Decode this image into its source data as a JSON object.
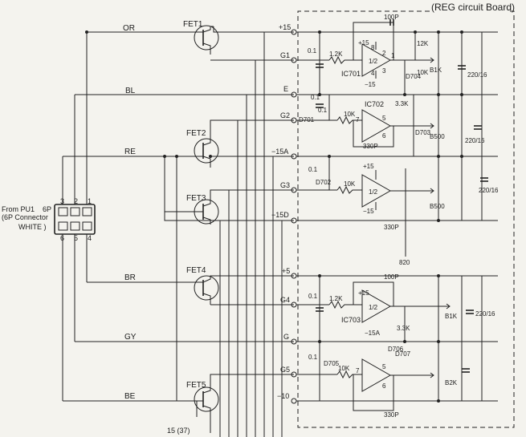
{
  "board_title": "(REG circuit Board)",
  "connector": {
    "from": "From PU1",
    "pins_label": "6P",
    "type": "(6P Connector",
    "color": "WHITE )",
    "pins_top": [
      "3",
      "2",
      "1"
    ],
    "pins_bottom": [
      "6",
      "5",
      "4"
    ]
  },
  "wires": {
    "or": "OR",
    "bl": "BL",
    "re": "RE",
    "br": "BR",
    "gy": "GY",
    "be": "BE"
  },
  "fets": [
    "FET1",
    "FET2",
    "FET3",
    "FET4",
    "FET5"
  ],
  "nodes": {
    "p15": "+15",
    "g1": "G1",
    "e": "E",
    "g2": "G2",
    "m15": "−15A",
    "g3": "G3",
    "m15d": "−15D",
    "p5": "+5",
    "g4": "G4",
    "g": "G",
    "g5": "G5",
    "m10": "−10"
  },
  "ics": {
    "ic701": "IC701",
    "ic702": "IC702",
    "ic703": "IC703",
    "half": "1/2",
    "pin8": "8",
    "pin2": "2",
    "pin1": "1",
    "pin4": "4",
    "pin3": "3",
    "pin7": "7",
    "pin5": "5",
    "pin6": "6"
  },
  "supplies": {
    "p15": "+15",
    "m15": "−15",
    "m15a": "−15A",
    "p": "+",
    "m": "−"
  },
  "components": {
    "c1": "0.1",
    "r1": "1.2K",
    "c2": "100P",
    "r2": "12K",
    "d704": "D704",
    "r3": "10K",
    "vr1": "B1K",
    "cap1": "220/16",
    "c3": "0.1",
    "d701": "D701",
    "c4": "0.1",
    "r4": "10K",
    "c5": "330P",
    "r5": "3.3K",
    "d703": "D703",
    "vr2": "B500",
    "cap2": "220/16",
    "c6": "0.1",
    "d702": "D702",
    "r6": "10K",
    "vr3": "B500",
    "cap3": "220/16",
    "c7": "330P",
    "r7": "820",
    "c8": "0.1",
    "r8": "1.2K",
    "c9": "100P",
    "r9": "3.3K",
    "d706": "D706",
    "d707": "D707",
    "vr4": "B1K",
    "cap4": "220/16",
    "c10": "0.1",
    "d705": "D705",
    "r10": "10K",
    "vr5": "B2K",
    "c11": "330P"
  },
  "footer": "15 (37)"
}
